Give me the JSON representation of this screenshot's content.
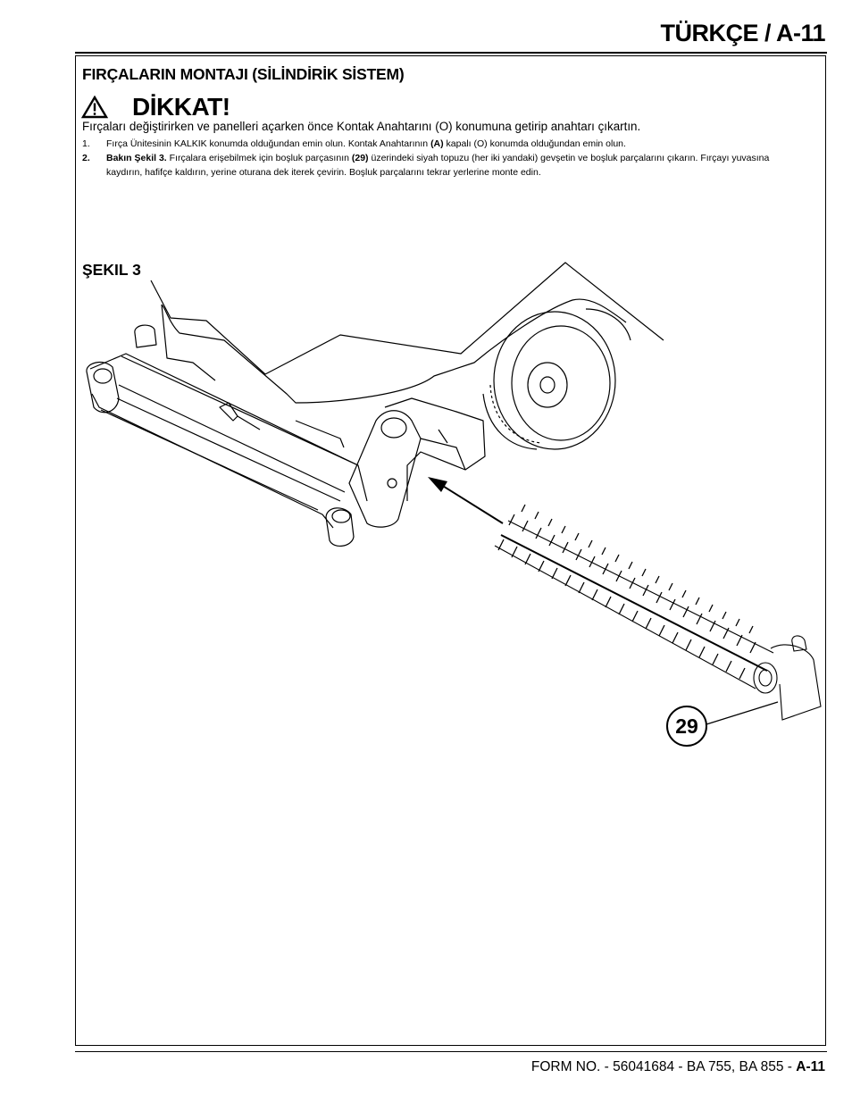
{
  "header": {
    "title": "TÜRKÇE / A-11"
  },
  "section": {
    "title": "FIRÇALARIN MONTAJI (SİLİNDİRİK SİSTEM)",
    "caution": {
      "icon": "warning-triangle-icon",
      "title": "DİKKAT!",
      "text": "Fırçaları değiştirirken ve panelleri açarken önce Kontak Anahtarını (O) konumuna getirip anahtarı çıkartın."
    },
    "steps": [
      {
        "number": "1.",
        "part1": "Fırça Ünitesinin KALKIK konumda olduğundan emin olun. Kontak Anahtarının ",
        "bold1": "(A)",
        "part2": " kapalı (O) konumda olduğundan emin olun."
      },
      {
        "number": "2.",
        "lead": "Bakın Şekil 3.",
        "part1": " Fırçalara erişebilmek için boşluk parçasının ",
        "bold1": "(29)",
        "part2": " üzerindeki siyah topuzu (her iki yandaki)  gevşetin ve boşluk parçalarını çıkarın. Fırçayı yuvasına kaydırın, hafifçe kaldırın, yerine oturana dek iterek çevirin. Boşluk parçalarını tekrar yerlerine monte edin."
      }
    ]
  },
  "figure": {
    "label": "ŞEKIL 3",
    "callout": "29"
  },
  "footer": {
    "form": "FORM NO. - 56041684 - BA 755, BA 855 - ",
    "page": "A-11"
  }
}
